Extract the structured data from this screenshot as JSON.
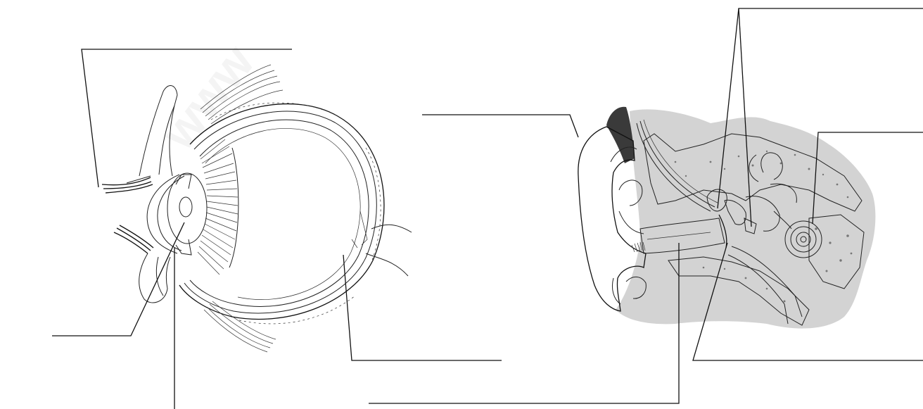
{
  "figure": {
    "panels": [
      {
        "id": "eye",
        "subject": "eye-cross-section",
        "blank_labels": 4
      },
      {
        "id": "ear",
        "subject": "ear-cross-section",
        "blank_labels": 5
      }
    ],
    "watermark_text": "www"
  },
  "colors": {
    "ink": "#111111",
    "shade": "#d3d3d3",
    "hair": "#2a2a2a",
    "watermark": "#ececec",
    "background": "#ffffff"
  }
}
